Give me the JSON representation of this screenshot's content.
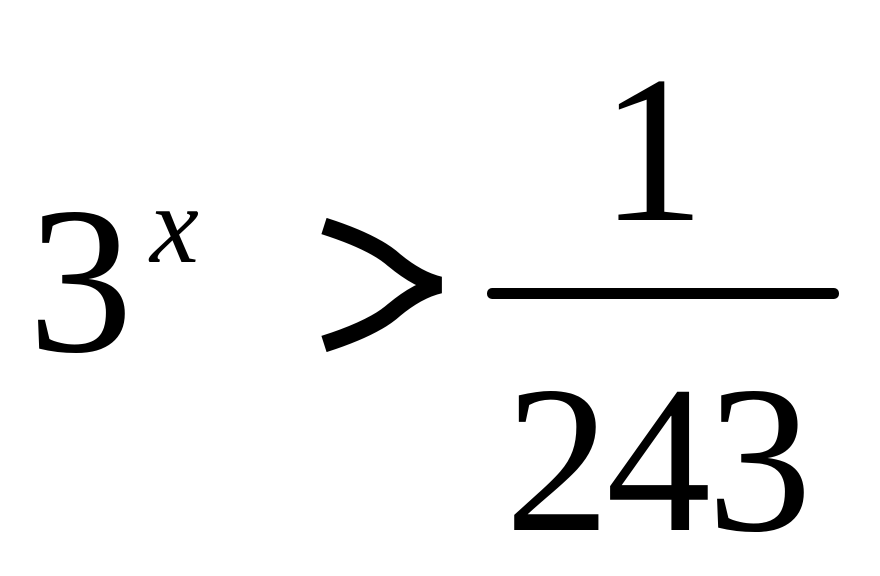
{
  "formula": {
    "base": "3",
    "exponent": "x",
    "relation": "≻",
    "numerator": "1",
    "denominator": "243"
  }
}
